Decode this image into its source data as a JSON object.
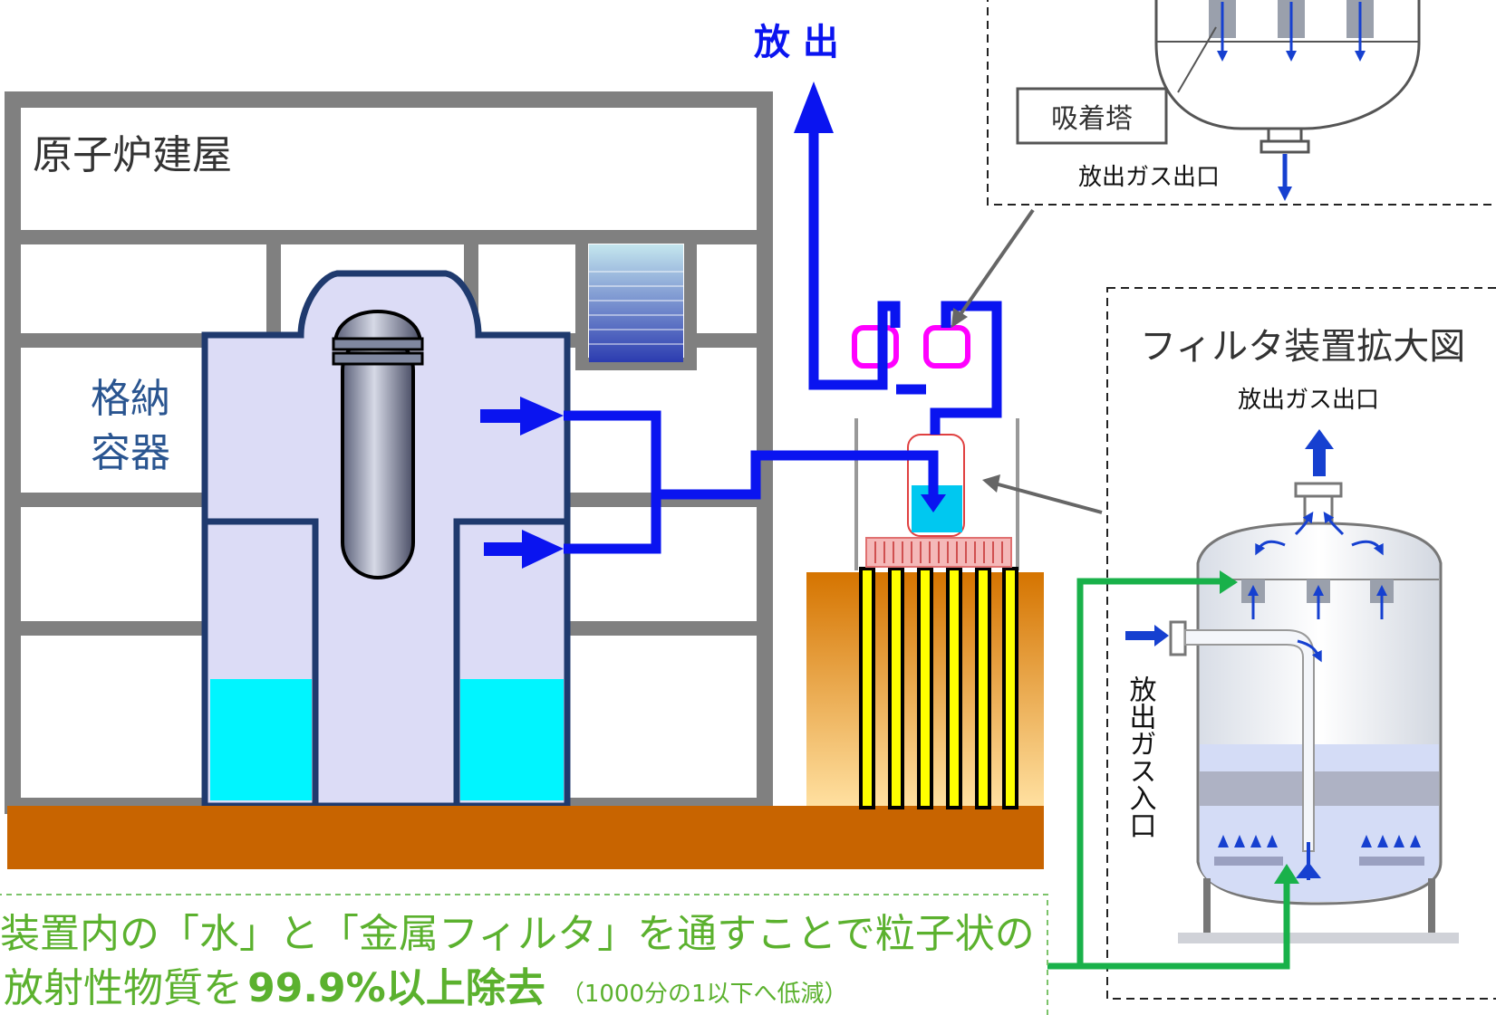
{
  "labels": {
    "release": "放 出",
    "reactor_building": "原子炉建屋",
    "containment_line1": "格納",
    "containment_line2": "容器",
    "adsorption_tower": "吸着塔",
    "outlet_top_box": "放出ガス出口",
    "filter_enlarged_title": "フィルタ装置拡大図",
    "outlet_filter": "放出ガス出口",
    "inlet_filter": "放出ガス入口"
  },
  "caption": {
    "line1": "装置内の「水」と「金属フィルタ」を通すことで粒子状の",
    "line2_prefix": "放射性物質を",
    "line2_bold": "99.9%以上除去",
    "line2_small": "（1000分の1以下へ低減）"
  },
  "colors": {
    "flow_blue": "#0a14f0",
    "building_gray": "#808080",
    "vessel_fill": "#dcdcf6",
    "vessel_stroke": "#1f3a6e",
    "water_cyan": "#00f5ff",
    "ground_brown": "#c86400",
    "green_line": "#19b14a",
    "caption_green": "#5bb12e",
    "magenta": "#ff00ff",
    "label_blue": "#2a5590"
  }
}
